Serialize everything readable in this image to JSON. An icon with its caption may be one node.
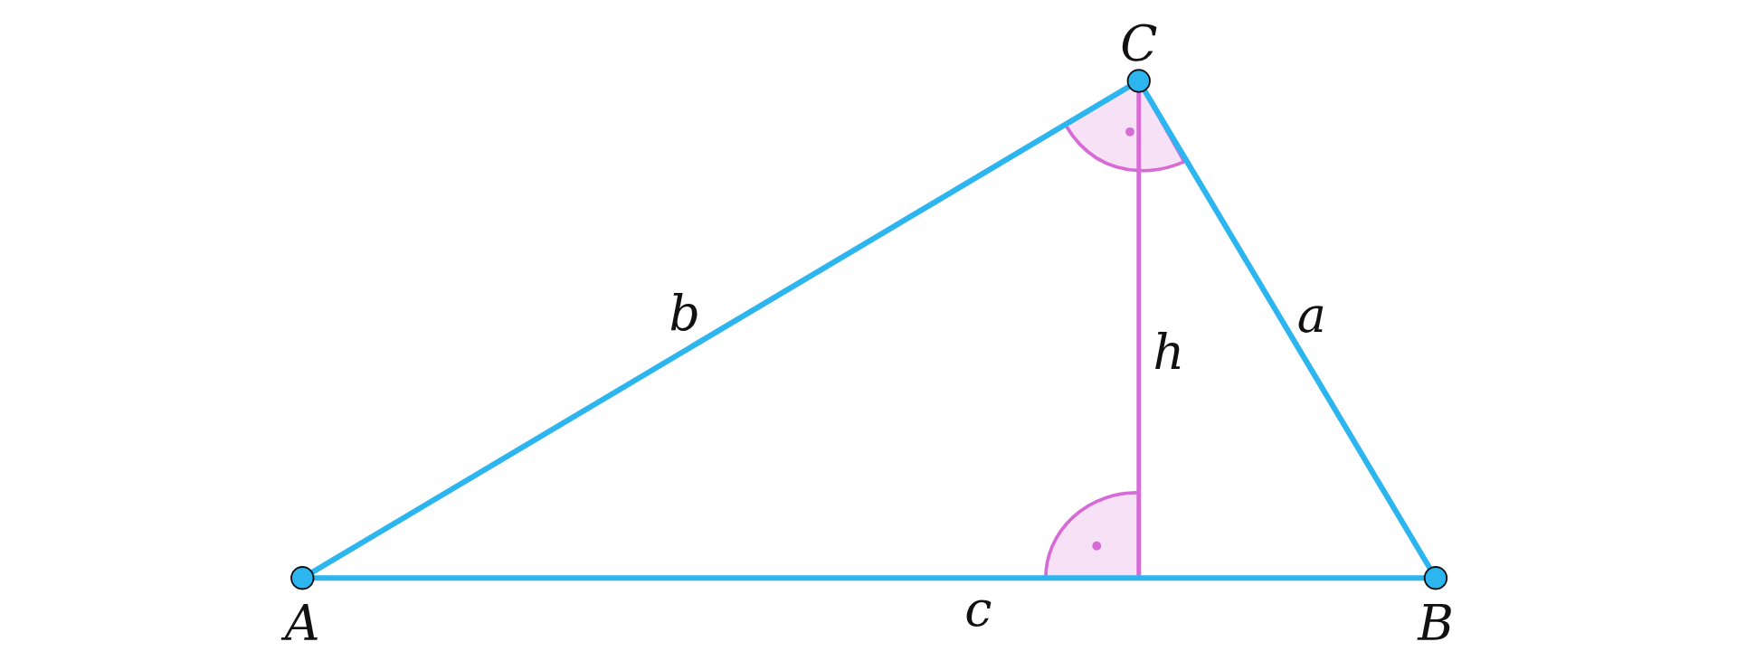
{
  "diagram": {
    "nodes": [
      {
        "text": [
          "A"
        ]
      },
      {
        "text": [
          "B"
        ]
      },
      {
        "text": [
          "C"
        ]
      },
      {
        "text": [],
        "shape": "sector"
      }
    ],
    "edges": [
      {
        "from": 0,
        "to": 1,
        "arrow": "none",
        "label": "c"
      },
      {
        "from": 0,
        "to": 2,
        "arrow": "none",
        "label": "b"
      },
      {
        "from": 2,
        "to": 1,
        "arrow": "none",
        "label": "a"
      },
      {
        "from": 2,
        "to": 3,
        "arrow": "none",
        "label": "h",
        "color": "#d66bd6"
      }
    ]
  }
}
